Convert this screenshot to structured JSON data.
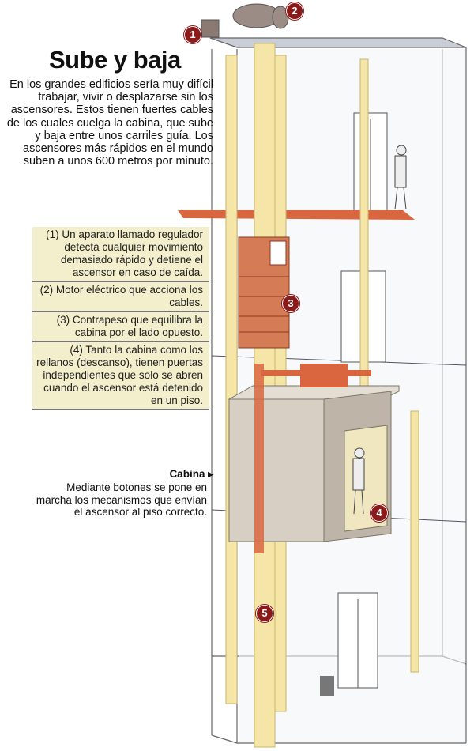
{
  "title": "Sube y baja",
  "intro": "En los grandes edificios sería muy difícil trabajar, vivir o desplazarse sin los ascensores. Estos tienen fuertes cables de los cuales cuelga la cabina, que sube y baja entre unos carriles guía. Los ascensores más rápidos en el mundo suben a unos 600 metros por minuto.",
  "notes": [
    "(1) Un aparato llamado regulador detecta cualquier movimiento demasiado rápido y detiene el ascensor en caso de caída.",
    "(2) Motor eléctrico que acciona los cables.",
    "(3) Contrapeso que equilibra la cabina por el lado opuesto.",
    "(4) Tanto la cabina como los rellanos (descanso), tienen puertas independientes que solo se abren cuando el ascensor está detenido en un piso."
  ],
  "cabina": {
    "title": "Cabina",
    "arrow": "▸",
    "text": "Mediante botones se pone en marcha los mecanismos que envían el ascensor al piso correcto."
  },
  "markers": [
    "1",
    "2",
    "3",
    "4",
    "5"
  ],
  "colors": {
    "rail": "#f5e6a8",
    "beam": "#d9663f",
    "note_bg": "#f3eecb",
    "marker": "#8b1a1a",
    "cabin": "#cfc6bb"
  }
}
